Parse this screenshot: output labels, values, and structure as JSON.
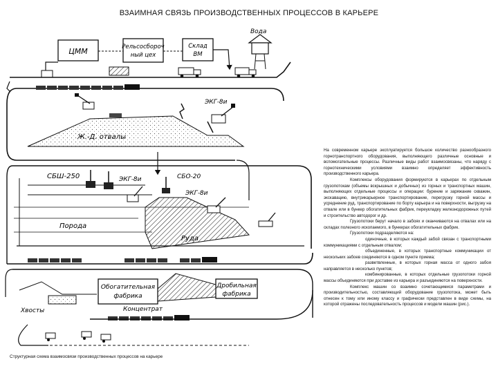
{
  "title": "ВЗАИМНАЯ СВЯЗЬ ПРОИЗВОДСТВЕННЫХ ПРОЦЕССОВ В КАРЬЕРЕ",
  "labels": {
    "water": "Вода",
    "cmm": "ЦММ",
    "rail_shop_1": "Рельсосборoч",
    "rail_shop_2": "ный цех",
    "warehouse_1": "Склад",
    "warehouse_2": "ВМ",
    "ekg_top": "ЭКГ-8и",
    "dumps": "Ж.-Д. отвалы",
    "sbsh": "СБШ-250",
    "ekg_mid": "ЭКГ-8и",
    "sbu": "СБО-20",
    "ekg_right": "ЭКГ-8и",
    "rock": "Порода",
    "ore": "Руда",
    "enrich_1": "Обогатительная",
    "enrich_2": "фабрика",
    "crush_1": "Дробильная",
    "crush_2": "фабрика",
    "tails": "Хвосты",
    "concentrate": "Концентрат"
  },
  "description": [
    "На современном карьере эксплуатируется большое количество разнообразного горнотранспортного оборудования, выполняющего различные основные и вспомогательные процессы. Различные виды работ взаимосвязаны, что наряду с горнотехническими условиями взаимно определяет эффективность производственного карьера.",
    "Комплексы оборудования формируются в карьерах по отдельным грузопотокам (объемы вскрышных и добычных) из горных и транспортных машин, выполняющих отдельные процессы и операции: бурение и заряжание скважин, экскавацию, внутрикарьерное транспортирование, перегрузку горной массы и усреднение руд, транспортирование по борту карьера и на поверхности, выгрузку на отвале или в бункер обогатительных фабрик, переукладку железнодорожных путей и строительство автодорог и др.",
    "Грузопотоки берут начало в забоях и оканчиваются на отвалах или на складах полезного ископаемого, в бункерах обогатительных фабрик.",
    "Грузопотоки подразделяются на:",
    "одиночные, в которых каждый забой связан с транспортными коммуникациями с отдельным отвалом;",
    "объединенные, в которых транспортные коммуникации от нескольких забоев соединяются в одном пункте приема;",
    "разветвленные, в которых горная масса от одного забоя направляется в несколько пунктов;",
    "комбинированные, в которых отдельные грузопотоки горной массы объединяются при доставке из карьера и разъединяются на поверхности.",
    "Комплекс машин со взаимно сочетающимися параметрами и производительностью, составляющий оборудование грузопотока, может быть отнесен к тому или иному классу и графически представлен в виде схемы, на которой отражены последовательность процессов и модели машин (рис.)."
  ],
  "caption": "Структурная схема взаимосвязи производственных процессов на карьере"
}
